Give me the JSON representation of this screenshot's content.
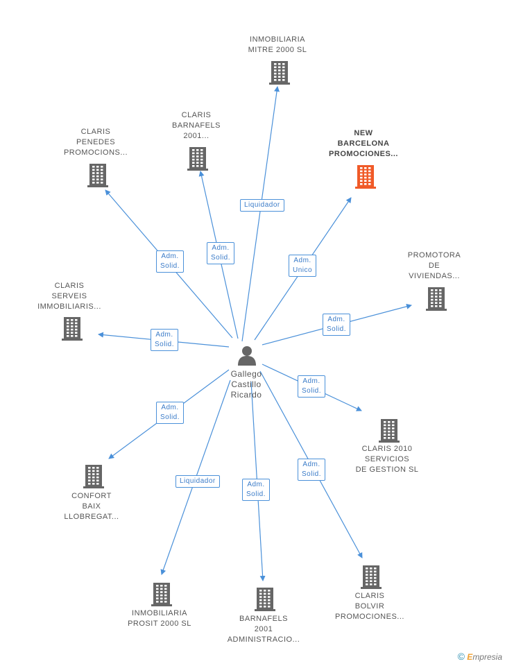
{
  "colors": {
    "edge": "#4a90d9",
    "building": "#666666",
    "highlight": "#f05a28"
  },
  "center": {
    "name_lines": [
      "Gallego",
      "Castillo",
      "Ricardo"
    ],
    "icon": "person-icon"
  },
  "nodes": [
    {
      "id": "inmobiliaria-mitre",
      "lines": [
        "INMOBILIARIA",
        "MITRE 2000 SL"
      ],
      "highlight": false
    },
    {
      "id": "claris-barnafels",
      "lines": [
        "CLARIS",
        "BARNAFELS",
        "2001..."
      ],
      "highlight": false
    },
    {
      "id": "claris-penedes",
      "lines": [
        "CLARIS",
        "PENEDES",
        "PROMOCIONS..."
      ],
      "highlight": false
    },
    {
      "id": "new-barcelona",
      "lines": [
        "NEW",
        "BARCELONA",
        "PROMOCIONES..."
      ],
      "highlight": true
    },
    {
      "id": "promotora-viviendas",
      "lines": [
        "PROMOTORA",
        "DE",
        "VIVIENDAS..."
      ],
      "highlight": false
    },
    {
      "id": "claris-serveis",
      "lines": [
        "CLARIS",
        "SERVEIS",
        "IMMOBILIARIS..."
      ],
      "highlight": false
    },
    {
      "id": "claris-2010",
      "lines": [
        "CLARIS 2010",
        "SERVICIOS",
        "DE GESTION SL"
      ],
      "highlight": false
    },
    {
      "id": "confort-baix",
      "lines": [
        "CONFORT",
        "BAIX",
        "LLOBREGAT..."
      ],
      "highlight": false
    },
    {
      "id": "inmobiliaria-prosit",
      "lines": [
        "INMOBILIARIA",
        "PROSIT 2000 SL"
      ],
      "highlight": false
    },
    {
      "id": "barnafels-2001",
      "lines": [
        "BARNAFELS",
        "2001",
        "ADMINISTRACIO..."
      ],
      "highlight": false
    },
    {
      "id": "claris-bolvir",
      "lines": [
        "CLARIS",
        "BOLVIR",
        "PROMOCIONES..."
      ],
      "highlight": false
    }
  ],
  "edges": [
    {
      "to": "inmobiliaria-mitre",
      "label_lines": [
        "Liquidador"
      ]
    },
    {
      "to": "claris-barnafels",
      "label_lines": [
        "Adm.",
        "Solid."
      ]
    },
    {
      "to": "claris-penedes",
      "label_lines": [
        "Adm.",
        "Solid."
      ]
    },
    {
      "to": "new-barcelona",
      "label_lines": [
        "Adm.",
        "Unico"
      ]
    },
    {
      "to": "promotora-viviendas",
      "label_lines": [
        "Adm.",
        "Solid."
      ]
    },
    {
      "to": "claris-serveis",
      "label_lines": [
        "Adm.",
        "Solid."
      ]
    },
    {
      "to": "claris-2010",
      "label_lines": [
        "Adm.",
        "Solid."
      ]
    },
    {
      "to": "confort-baix",
      "label_lines": [
        "Adm.",
        "Solid."
      ]
    },
    {
      "to": "inmobiliaria-prosit",
      "label_lines": [
        "Liquidador"
      ]
    },
    {
      "to": "barnafels-2001",
      "label_lines": [
        "Adm.",
        "Solid."
      ]
    },
    {
      "to": "claris-bolvir",
      "label_lines": [
        "Adm.",
        "Solid."
      ]
    }
  ],
  "footer": {
    "copyright": "©",
    "brand_initial": "E",
    "brand_rest": "mpresia"
  }
}
